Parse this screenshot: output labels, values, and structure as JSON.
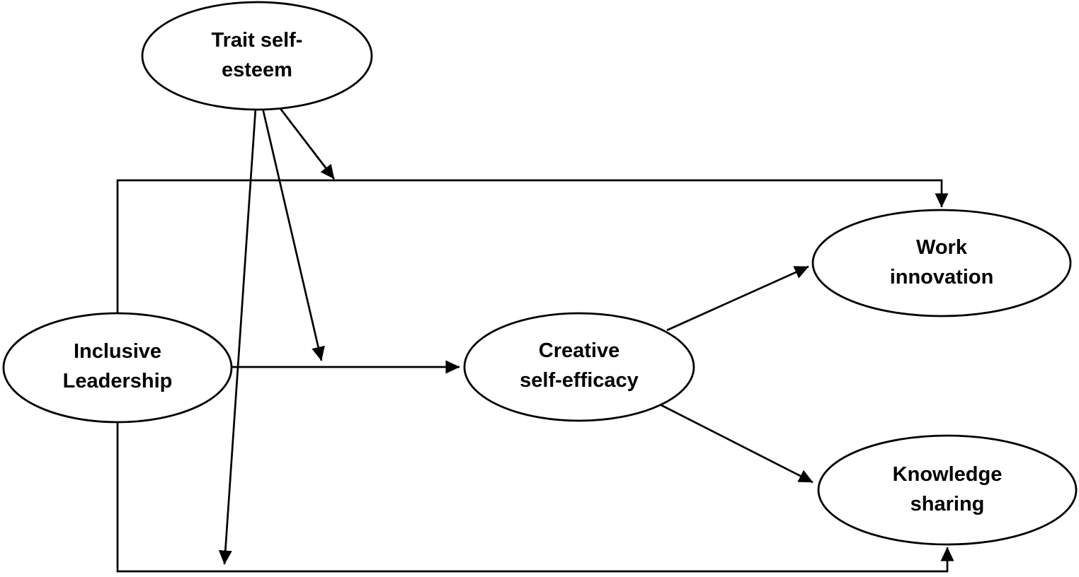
{
  "figure": {
    "type": "sem-path-diagram",
    "background_color": "#ffffff",
    "line_color": "#000000",
    "text_color": "#000000",
    "node_fill_color": "#ffffff",
    "nodes": {
      "trait_self_esteem": {
        "label": "Trait self-esteem",
        "lines": [
          "Trait self-",
          "esteem"
        ],
        "role": "moderator"
      },
      "inclusive_leadership": {
        "label": "Inclusive Leadership",
        "lines": [
          "Inclusive",
          "Leadership"
        ],
        "role": "predictor"
      },
      "creative_self_efficacy": {
        "label": "Creative self-efficacy",
        "lines": [
          "Creative",
          "self-efficacy"
        ],
        "role": "mediator"
      },
      "work_innovation": {
        "label": "Work innovation",
        "lines": [
          "Work",
          "innovation"
        ],
        "role": "outcome"
      },
      "knowledge_sharing": {
        "label": "Knowledge sharing",
        "lines": [
          "Knowledge",
          "sharing"
        ],
        "role": "outcome"
      }
    },
    "edges": [
      {
        "id": "il-to-cse",
        "from": "Inclusive Leadership",
        "to": "Creative self-efficacy",
        "style": "straight-arrow"
      },
      {
        "id": "cse-to-wi",
        "from": "Creative self-efficacy",
        "to": "Work innovation",
        "style": "straight-arrow"
      },
      {
        "id": "cse-to-ks",
        "from": "Creative self-efficacy",
        "to": "Knowledge sharing",
        "style": "straight-arrow"
      },
      {
        "id": "il-to-wi",
        "from": "Inclusive Leadership",
        "to": "Work innovation",
        "style": "orthogonal-arrow-top-route"
      },
      {
        "id": "il-to-ks",
        "from": "Inclusive Leadership",
        "to": "Knowledge sharing",
        "style": "orthogonal-arrow-bottom-route"
      },
      {
        "id": "tse-moderates-il-wi",
        "from": "Trait self-esteem",
        "to": "path Inclusive Leadership to Work innovation",
        "style": "moderation-arrow"
      },
      {
        "id": "tse-moderates-il-cse",
        "from": "Trait self-esteem",
        "to": "path Inclusive Leadership to Creative self-efficacy",
        "style": "moderation-arrow"
      },
      {
        "id": "tse-moderates-il-ks",
        "from": "Trait self-esteem",
        "to": "path Inclusive Leadership to Knowledge sharing",
        "style": "moderation-arrow"
      }
    ]
  }
}
